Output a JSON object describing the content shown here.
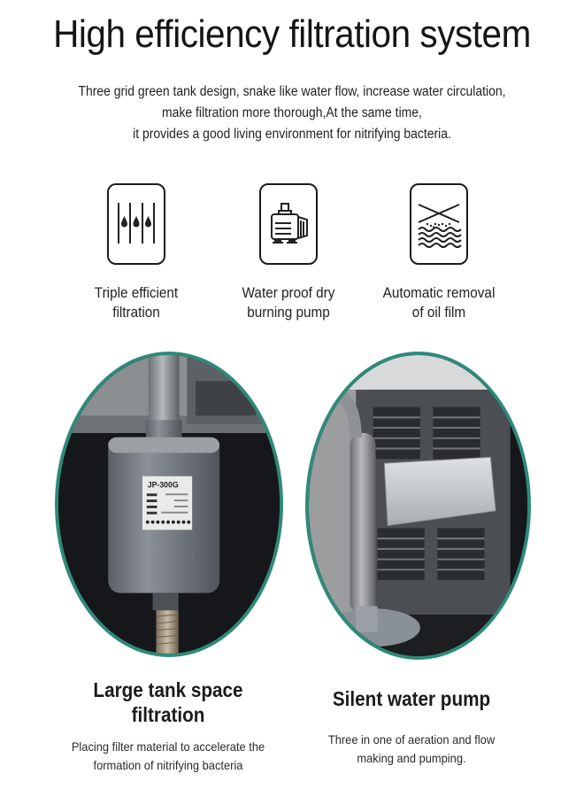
{
  "header": {
    "title": "High efficiency filtration system",
    "intro_lines": [
      "Three grid green tank design, snake like water flow, increase water circulation,",
      "make filtration more thorough,At the same time,",
      "it provides a good living environment for nitrifying bacteria."
    ]
  },
  "features": [
    {
      "icon": "filter-drops-icon",
      "label_lines": [
        "Triple efficient",
        "filtration"
      ]
    },
    {
      "icon": "water-pump-icon",
      "label_lines": [
        "Water proof dry",
        "burning pump"
      ]
    },
    {
      "icon": "oil-film-removal-icon",
      "label_lines": [
        "Automatic removal",
        "of oil film"
      ]
    }
  ],
  "photos": [
    {
      "subject": "submersible-pump-photo",
      "pump_label_model": "JP-300G",
      "caption_title_lines": [
        "Large tank space",
        "filtration"
      ],
      "caption_body_lines": [
        "Placing filter material to accelerate the",
        "formation of nitrifying bacteria"
      ]
    },
    {
      "subject": "filter-box-photo",
      "caption_title_lines": [
        "Silent water pump"
      ],
      "caption_body_lines": [
        "Three in one of aeration and flow",
        "making and pumping."
      ]
    }
  ],
  "colors": {
    "frame_border": "#2f8a78",
    "text": "#1a1a1a",
    "background": "#ffffff"
  }
}
